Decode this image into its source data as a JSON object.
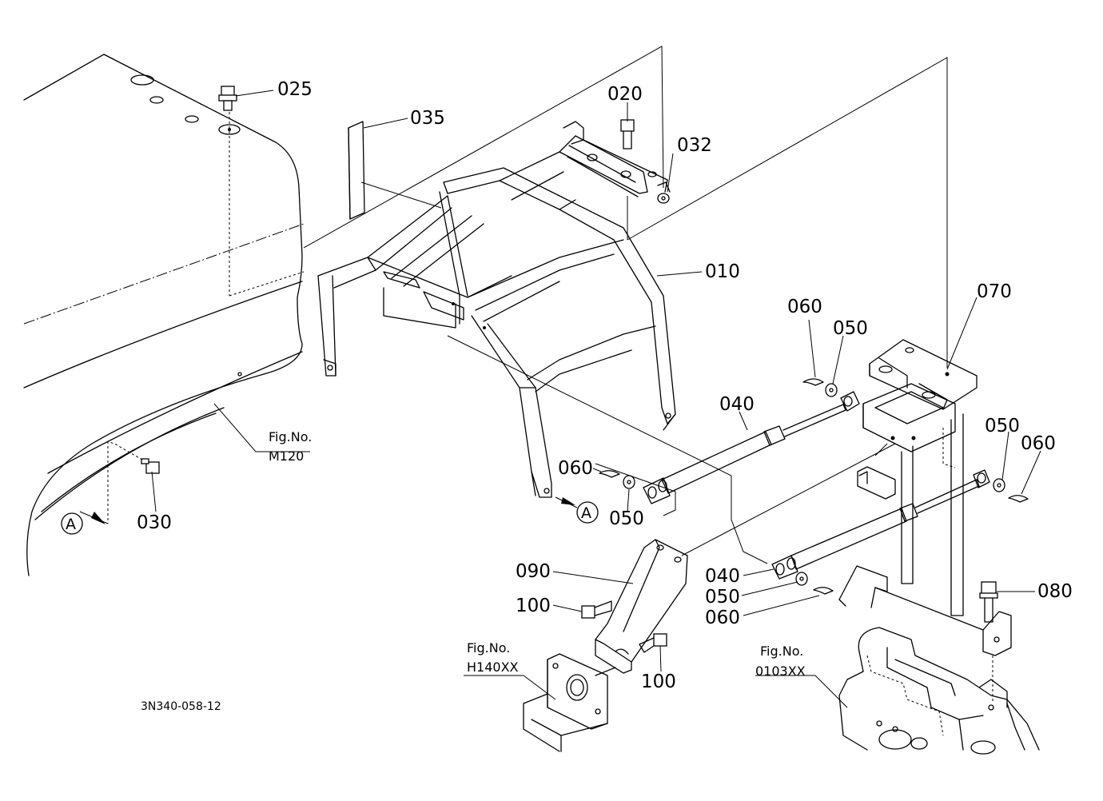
{
  "diagram_code": "3N340-058-12",
  "view_marker": "A",
  "callouts": {
    "p025": "025",
    "p035": "035",
    "p020": "020",
    "p032": "032",
    "p010": "010",
    "p060a": "060",
    "p050a": "050",
    "p070": "070",
    "p040a": "040",
    "p050b": "050",
    "p060b": "060",
    "p060c": "060",
    "p050c": "050",
    "p030": "030",
    "p090": "090",
    "p100a": "100",
    "p100b": "100",
    "p040b": "040",
    "p050d": "050",
    "p060d": "060",
    "p080": "080"
  },
  "fig_refs": {
    "m120": {
      "title": "Fig.No.",
      "code": "M120"
    },
    "h140": {
      "title": "Fig.No.",
      "code": "H140XX"
    },
    "o103": {
      "title": "Fig.No.",
      "code": "0103XX"
    }
  }
}
